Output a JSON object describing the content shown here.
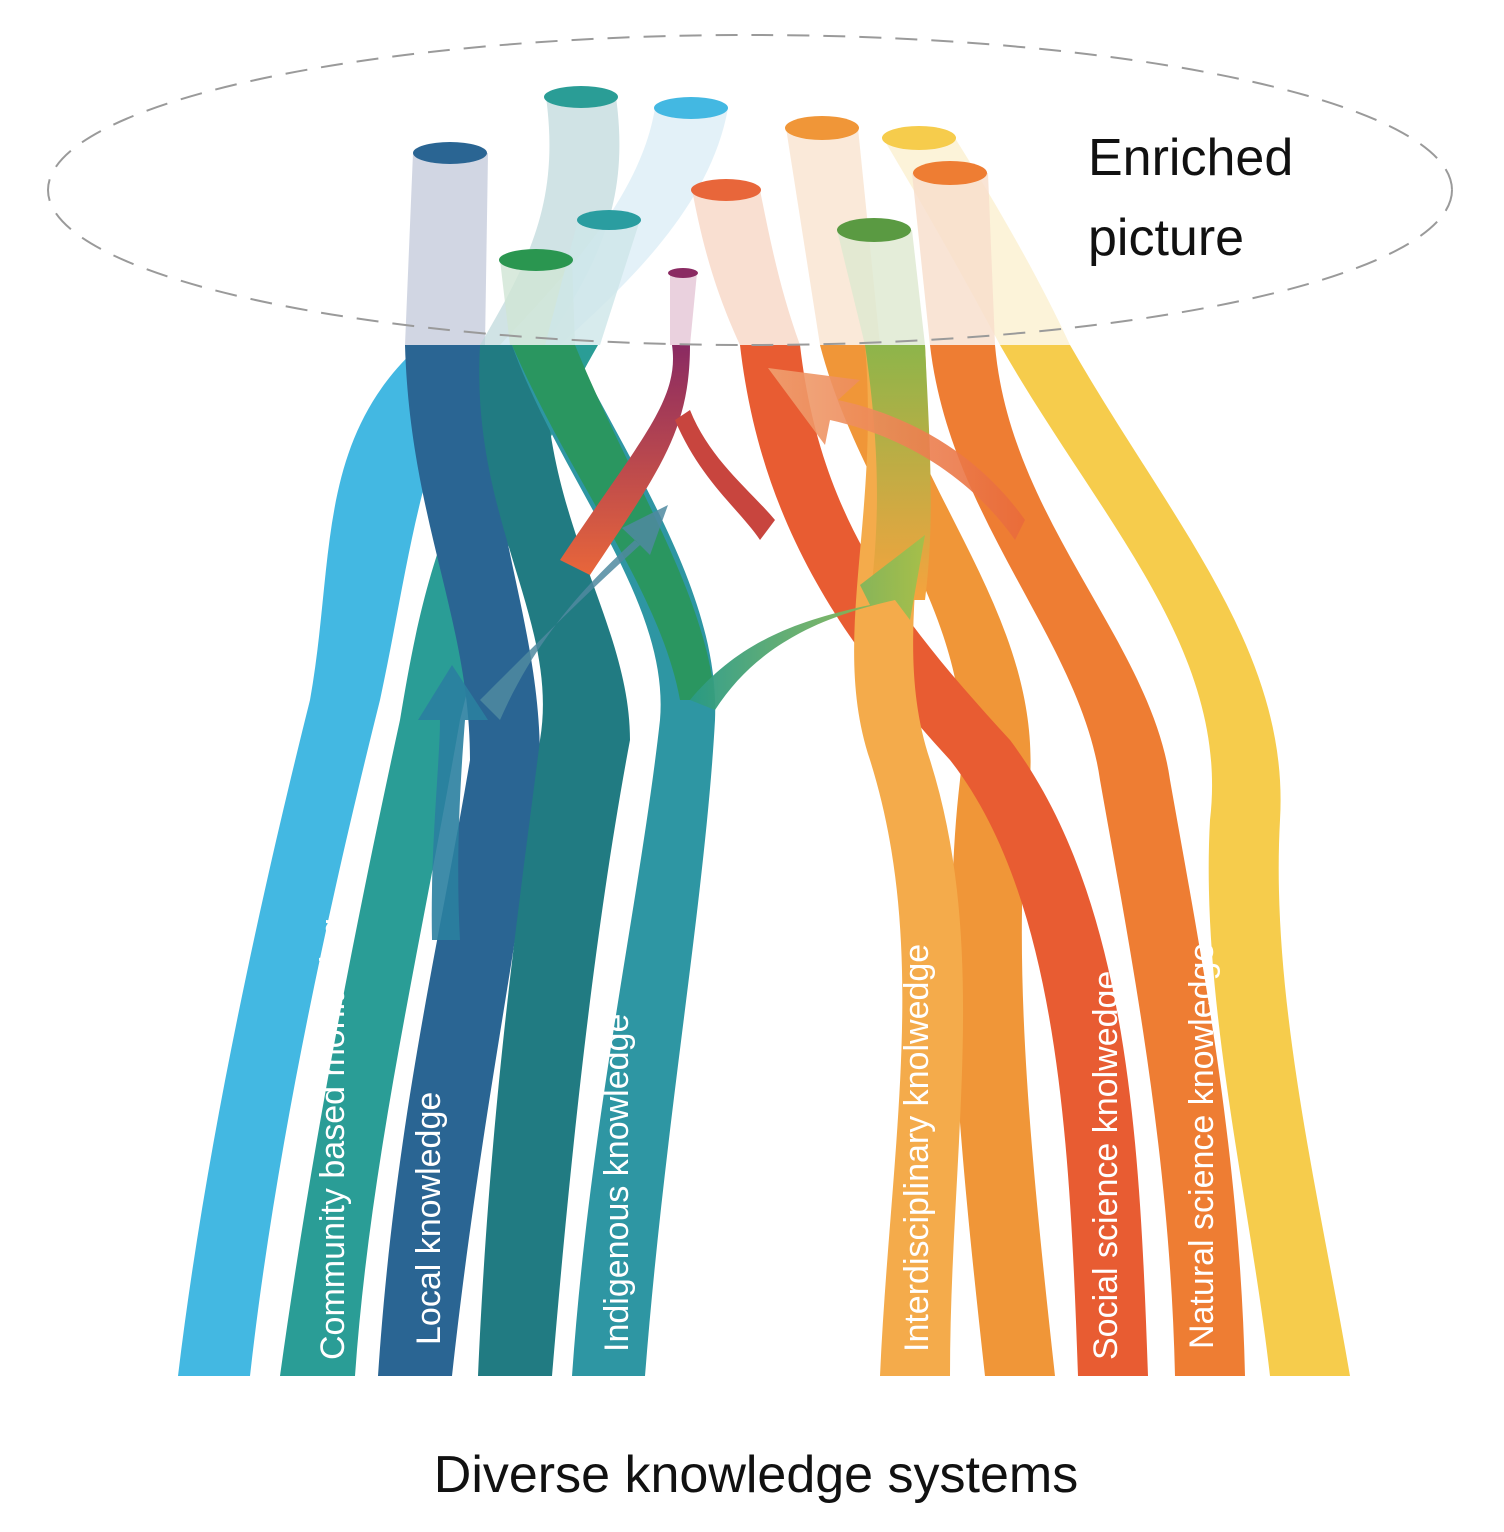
{
  "enriched_label": {
    "line1": "Enriched",
    "line2": "picture"
  },
  "footer_title": "Diverse knowledge systems",
  "strands": [
    {
      "key": "community",
      "label": "Community based monitoring",
      "color": "#2a9d96"
    },
    {
      "key": "local",
      "label": "Local knowledge",
      "color": "#2a6593"
    },
    {
      "key": "indigenous",
      "label": "Indigenous knowledge",
      "color": "#2e96a3"
    },
    {
      "key": "interdisciplinary",
      "label": "Interdisciplinary knolwedge",
      "color": "#f4ab4b"
    },
    {
      "key": "social",
      "label": "Social science knolwedge",
      "color": "#e85c32"
    },
    {
      "key": "natural",
      "label": "Natural science knowledge",
      "color": "#ee7d33"
    }
  ],
  "unlabeled_strand_colors": {
    "sky_blue": "#43b8e2",
    "dark_teal": "#217b82",
    "green": "#2a9660",
    "dark_orange": "#f09638",
    "yellow": "#f6cc4c",
    "magenta": "#8a2a62"
  }
}
